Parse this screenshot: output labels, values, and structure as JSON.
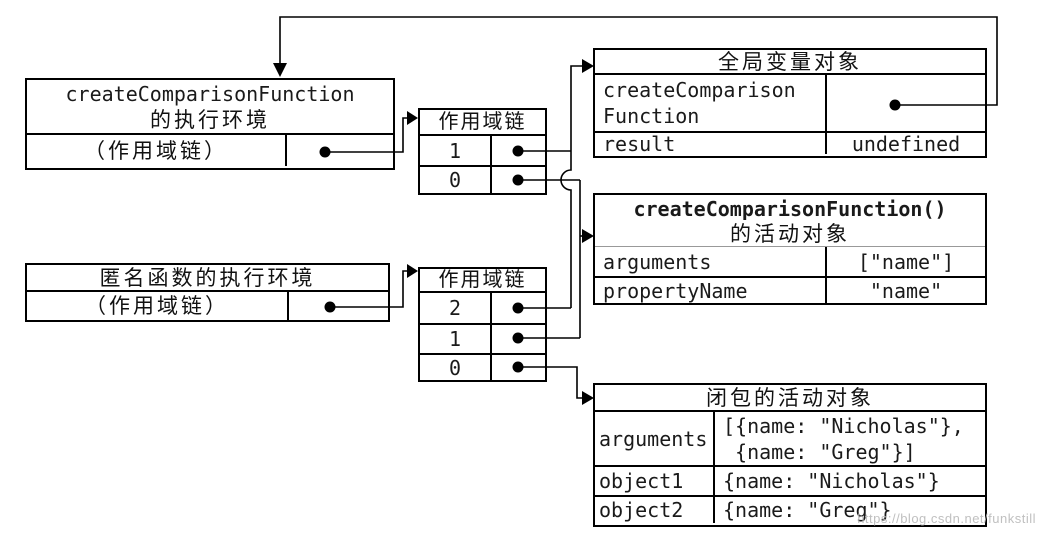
{
  "colors": {
    "background": "#ffffff",
    "stroke": "#000000",
    "text": "#1a1a1a",
    "watermark_text": "#b9b9b9"
  },
  "watermark": "https://blog.csdn.net/funkstill",
  "boxes": {
    "exec_env_create": {
      "title_code": "createComparisonFunction",
      "title_cjk": "的执行环境",
      "scope_row": "（作用域链）"
    },
    "exec_env_anon": {
      "title": "匿名函数的执行环境",
      "scope_row": "（作用域链）"
    },
    "scope_chain_top": {
      "title": "作用域链",
      "items": [
        "1",
        "0"
      ]
    },
    "scope_chain_bottom": {
      "title": "作用域链",
      "items": [
        "2",
        "1",
        "0"
      ]
    },
    "global_object": {
      "title": "全局变量对象",
      "func_row": {
        "key_line1": "createComparison",
        "key_line2": "Function"
      },
      "rows": [
        {
          "key": "result",
          "value": "undefined"
        }
      ]
    },
    "create_activation": {
      "title_code": "createComparisonFunction()",
      "title_cjk": "的活动对象",
      "rows": [
        {
          "key": "arguments",
          "value": "[\"name\"]"
        },
        {
          "key": "propertyName",
          "value": "\"name\""
        }
      ]
    },
    "closure_activation": {
      "title": "闭包的活动对象",
      "arguments_row": {
        "key": "arguments",
        "value_line1": "[{name: \"Nicholas\"},",
        "value_line2": " {name: \"Greg\"}]"
      },
      "rows": [
        {
          "key": "object1",
          "value": "{name: \"Nicholas\"}"
        },
        {
          "key": "object2",
          "value": "{name: \"Greg\"}"
        }
      ]
    }
  }
}
